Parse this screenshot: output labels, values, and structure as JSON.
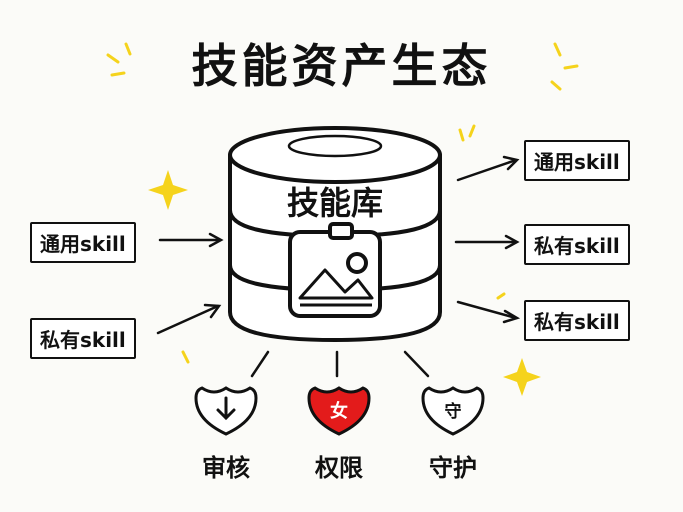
{
  "title": "技能资产生态",
  "database": {
    "label": "技能库"
  },
  "inputs": [
    {
      "label": "通用skill"
    },
    {
      "label": "私有skill"
    }
  ],
  "outputs": [
    {
      "label": "通用skill"
    },
    {
      "label": "私有skill"
    },
    {
      "label": "私有skill"
    }
  ],
  "guards": [
    {
      "label": "审核",
      "icon": "shield-download-icon",
      "color": "#ffffff"
    },
    {
      "label": "权限",
      "icon": "shield-female-icon",
      "color": "#e31b1b",
      "glyph": "女"
    },
    {
      "label": "守护",
      "icon": "shield-protect-icon",
      "color": "#ffffff",
      "glyph": "守"
    }
  ],
  "colors": {
    "sparkle": "#f5d31c",
    "ink": "#111111",
    "highlight": "#e31b1b"
  }
}
